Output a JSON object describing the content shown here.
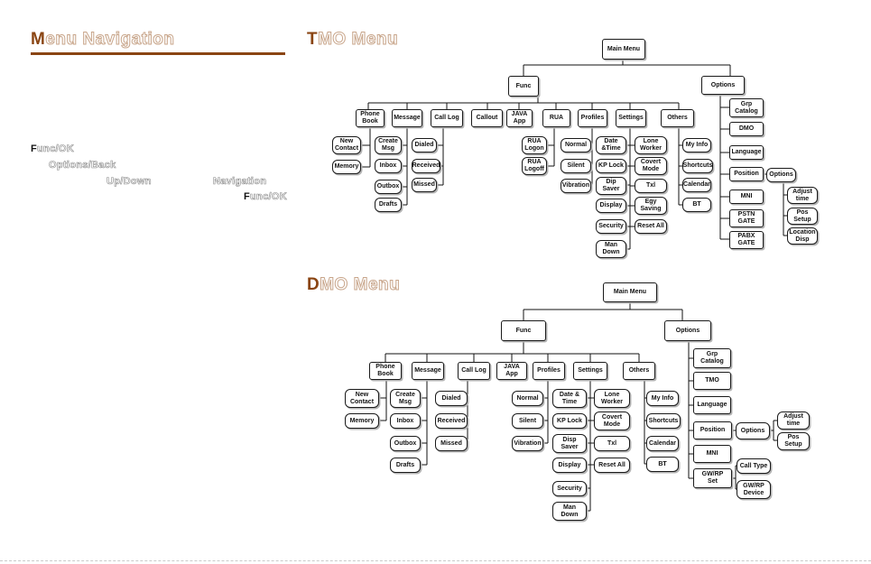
{
  "left": {
    "title_first": "M",
    "title_rest": "enu Navigation",
    "func_ok_first": "F",
    "func_ok_rest": "unc/OK",
    "options_back": "Options/Back",
    "up_down": "Up/Down",
    "navigation": "Navigation",
    "func_ok2_first": "F",
    "func_ok2_rest": "unc/OK"
  },
  "tmo": {
    "title_first": "T",
    "title_rest": "MO Menu",
    "main": "Main Menu",
    "func": "Func",
    "options": "Options",
    "func_items": [
      "Phone\nBook",
      "Message",
      "Call Log",
      "Callout",
      "JAVA\nApp",
      "RUA",
      "Profiles",
      "Settings",
      "Others"
    ],
    "phonebook": [
      "New\nContact",
      "Memory"
    ],
    "message": [
      "Create\nMsg",
      "Inbox",
      "Outbox",
      "Drafts"
    ],
    "calllog": [
      "Dialed",
      "Received",
      "Missed"
    ],
    "rua": [
      "RUA\nLogon",
      "RUA\nLogoff"
    ],
    "profiles": [
      "Normal",
      "Silent",
      "Vibration"
    ],
    "settings_left": [
      "Date\n&Time",
      "KP Lock",
      "Dip\nSaver",
      "Display",
      "Security",
      "Man\nDown"
    ],
    "settings_right": [
      "Lone\nWorker",
      "Covert\nMode",
      "Txl",
      "Egy\nSaving",
      "Reset All"
    ],
    "others": [
      "My Info",
      "Shortcuts",
      "Calendar",
      "BT"
    ],
    "options_items": [
      "Grp\nCatalog",
      "DMO",
      "Language",
      "Position",
      "MNI",
      "PSTN\nGATE",
      "PABX\nGATE"
    ],
    "position_options": "Options",
    "position_sub": [
      "Adjust\ntime",
      "Pos\nSetup",
      "Location\nDisp"
    ]
  },
  "dmo": {
    "title_first": "D",
    "title_rest": "MO Menu",
    "main": "Main Menu",
    "func": "Func",
    "options": "Options",
    "func_items": [
      "Phone\nBook",
      "Message",
      "Call Log",
      "JAVA\nApp",
      "Profiles",
      "Settings",
      "Others"
    ],
    "phonebook": [
      "New\nContact",
      "Memory"
    ],
    "message": [
      "Create\nMsg",
      "Inbox",
      "Outbox",
      "Drafts"
    ],
    "calllog": [
      "Dialed",
      "Received",
      "Missed"
    ],
    "profiles": [
      "Normal",
      "Silent",
      "Vibration"
    ],
    "settings_left": [
      "Date &\nTime",
      "KP Lock",
      "Disp\nSaver",
      "Display",
      "Security",
      "Man\nDown"
    ],
    "settings_right": [
      "Lone\nWorker",
      "Covert\nMode",
      "Txl",
      "Reset All"
    ],
    "others": [
      "My Info",
      "Shortcuts",
      "Calendar",
      "BT"
    ],
    "options_items": [
      "Grp\nCatalog",
      "TMO",
      "Language",
      "Position",
      "MNI",
      "GW/RP\nSet"
    ],
    "position_options": "Options",
    "position_sub": [
      "Adjust\ntime",
      "Pos\nSetup"
    ],
    "gwrp_sub": [
      "Call Type",
      "GW/RP\nDevice"
    ]
  }
}
